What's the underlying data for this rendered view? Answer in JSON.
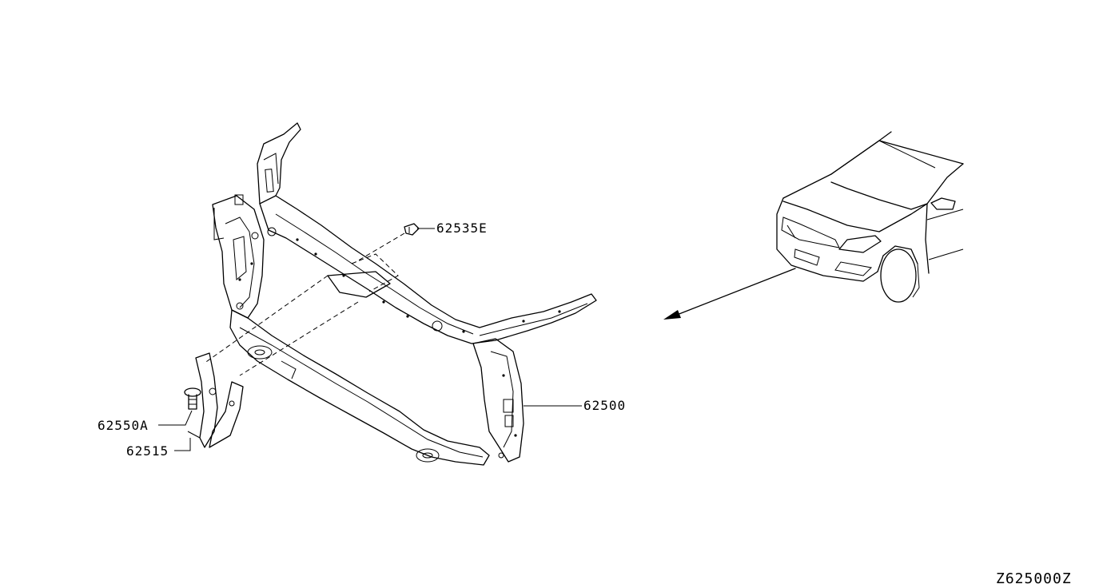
{
  "parts": {
    "radiator_core_support": "62500",
    "clip": "62535E",
    "bolt": "62550A",
    "bracket": "62515"
  },
  "diagram_code": "Z625000Z",
  "colors": {
    "line": "#000000",
    "background": "#ffffff"
  }
}
